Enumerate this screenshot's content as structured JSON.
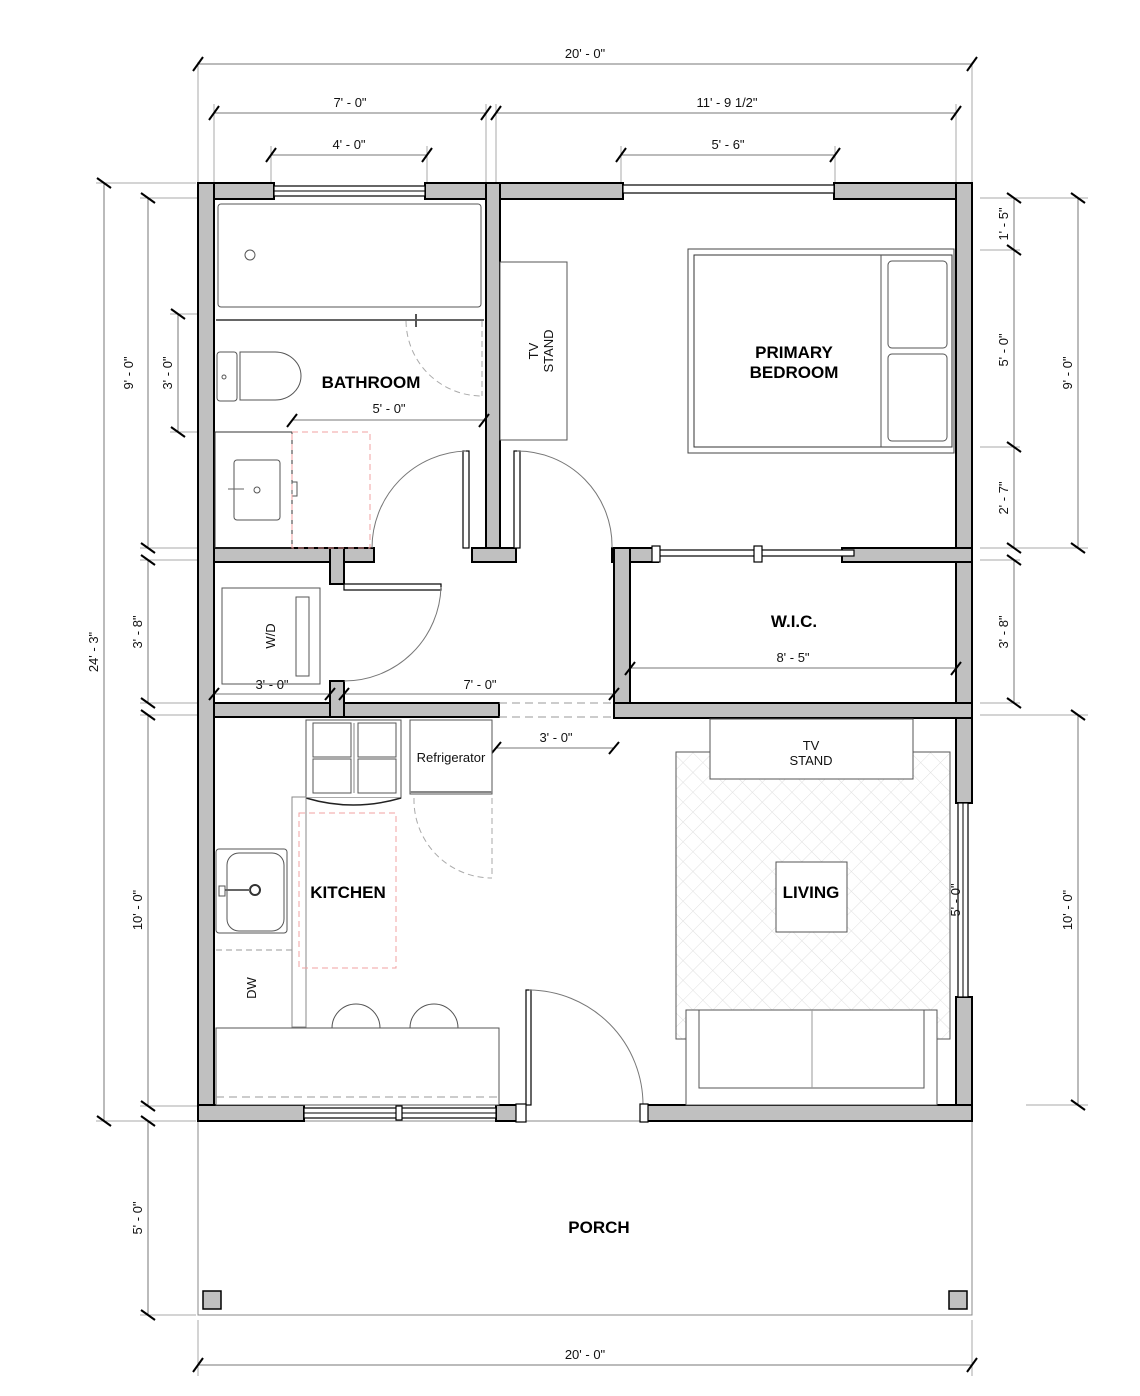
{
  "rooms": {
    "bathroom": "BATHROOM",
    "bedroom_line1": "PRIMARY",
    "bedroom_line2": "BEDROOM",
    "wic": "W.I.C.",
    "kitchen": "KITCHEN",
    "living": "LIVING",
    "porch": "PORCH"
  },
  "fixtures": {
    "tv_stand_bedroom_line1": "TV",
    "tv_stand_bedroom_line2": "STAND",
    "tv_stand_living_line1": "TV",
    "tv_stand_living_line2": "STAND",
    "washer_dryer": "W/D",
    "refrigerator": "Refrigerator",
    "dishwasher": "DW"
  },
  "dimensions": {
    "top_overall": "20' - 0\"",
    "top_left": "7' - 0\"",
    "top_right": "11' - 9 1/2\"",
    "bath_window": "4' - 0\"",
    "bedroom_window": "5' - 6\"",
    "bottom_overall": "20' - 0\"",
    "left_overall": "24' - 3\"",
    "left_upper": "9' - 0\"",
    "left_bath_toilet": "3' - 0\"",
    "left_laundry": "3' - 8\"",
    "left_lower": "10' - 0\"",
    "left_porch": "5' - 0\"",
    "right_1": "1' - 5\"",
    "right_2": "5' - 0\"",
    "right_3": "2' - 7\"",
    "right_upper": "9' - 0\"",
    "right_wic": "3' - 8\"",
    "right_lower": "10' - 0\"",
    "bath_width": "5' - 0\"",
    "laundry_width": "3' - 0\"",
    "hall_width": "7' - 0\"",
    "hall_opening": "3' - 0\"",
    "wic_width": "8' - 5\"",
    "living_window": "5' - 0\""
  },
  "colors": {
    "wall_fill": "#c0c0c0",
    "line": "#000000",
    "clearance_dash": "#f0a0a0"
  }
}
